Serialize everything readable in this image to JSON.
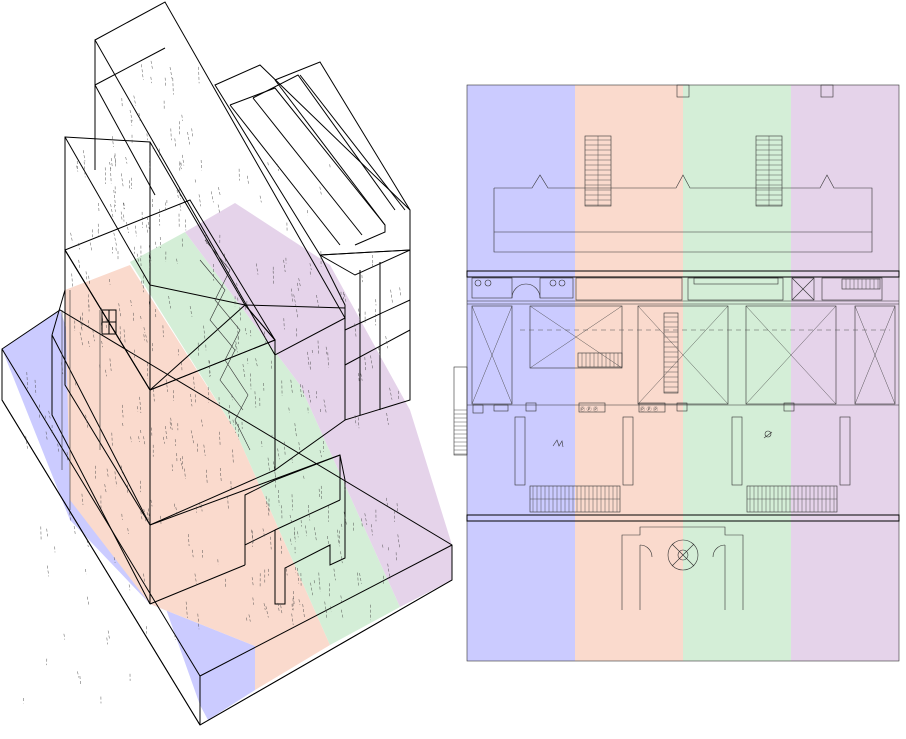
{
  "colors": {
    "band_blue": "#cbcbff",
    "band_salmon": "#fadacd",
    "band_green": "#d4eed7",
    "band_purple": "#e5d3ea",
    "line": "#000000"
  },
  "bands": [
    {
      "name": "blue",
      "color": "#cbcbff"
    },
    {
      "name": "salmon",
      "color": "#fadacd"
    },
    {
      "name": "green",
      "color": "#d4eed7"
    },
    {
      "name": "purple",
      "color": "#e5d3ea"
    }
  ],
  "axonometric": {
    "description_visible": false
  },
  "plan": {
    "fixture_labels": [
      "Ⓟ Ⓟ Ⓟ",
      "Ⓟ Ⓟ Ⓟ"
    ]
  }
}
